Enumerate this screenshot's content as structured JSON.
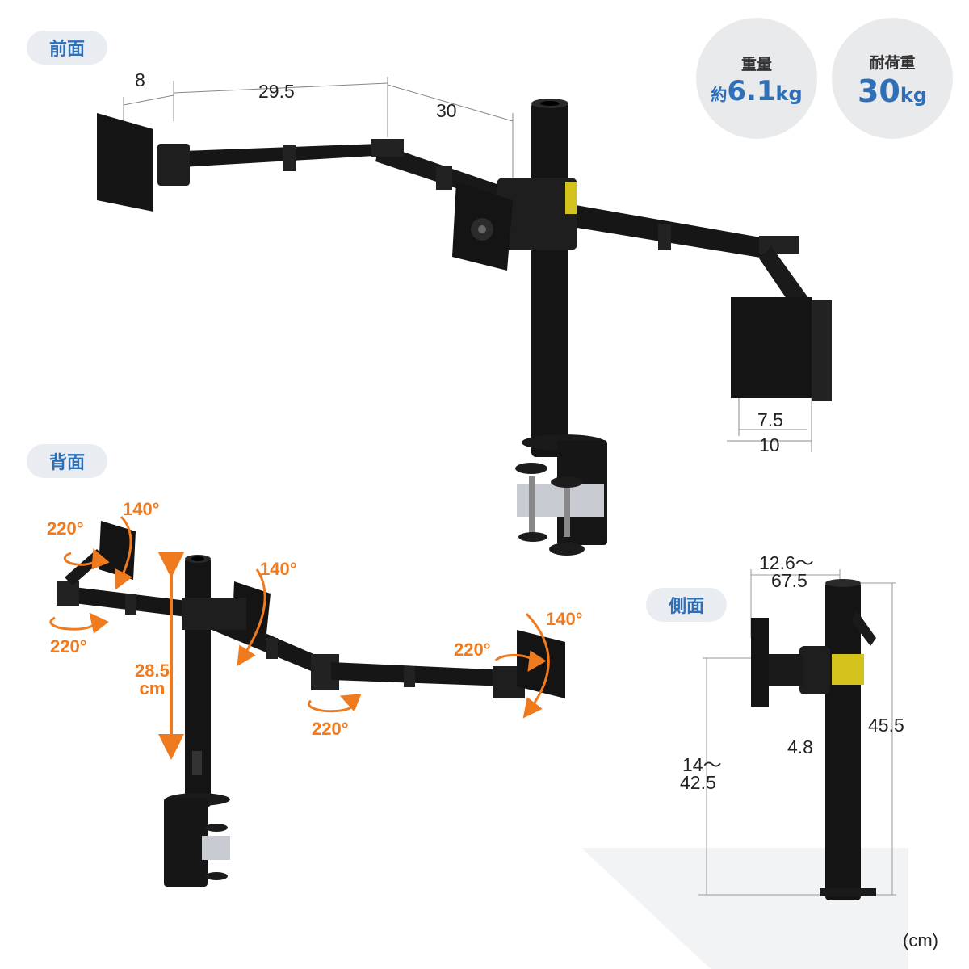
{
  "labels": {
    "front": "前面",
    "back": "背面",
    "side": "側面"
  },
  "badges": {
    "weight": {
      "label": "重量",
      "prefix": "約",
      "value": "6.1",
      "unit": "kg"
    },
    "load": {
      "label": "耐荷重",
      "value": "30",
      "unit": "kg"
    }
  },
  "front_dims": {
    "d1": "8",
    "d2": "29.5",
    "d3": "30",
    "d4": "7.5",
    "d5": "10"
  },
  "back_dims": {
    "a1": "220°",
    "a2": "140°",
    "a3": "220°",
    "a4": "140°",
    "a5": "140°",
    "a6": "220°",
    "a7": "220°",
    "height_value": "28.5",
    "height_unit": "cm"
  },
  "side_dims": {
    "top_range_1": "12.6〜",
    "top_range_2": "67.5",
    "height": "45.5",
    "pole": "4.8",
    "clamp_range_1": "14〜",
    "clamp_range_2": "42.5"
  },
  "unit_note": "(cm)",
  "colors": {
    "accent_blue": "#2f6fb7",
    "accent_orange": "#f07a1e",
    "pill_bg": "#e9edf1",
    "badge_bg": "#e9eaec"
  }
}
